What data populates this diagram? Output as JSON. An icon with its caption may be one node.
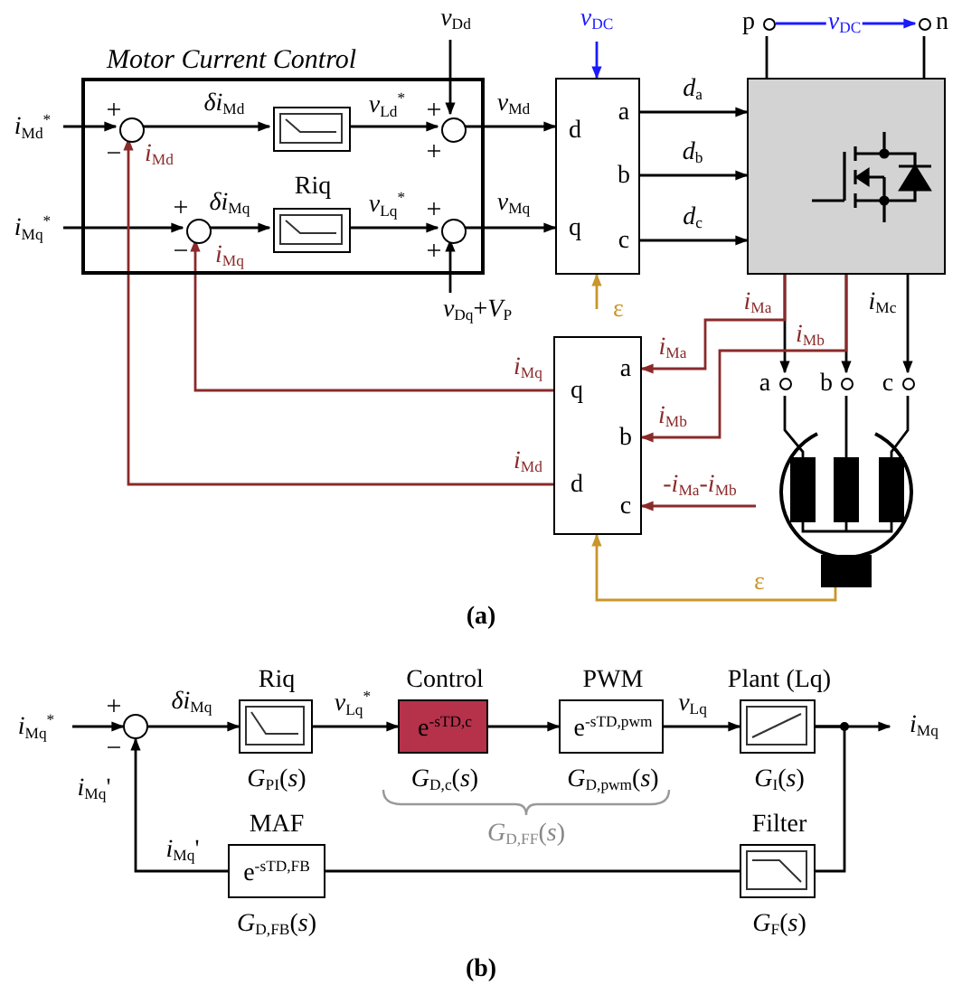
{
  "diagram": {
    "nodes": [
      {
        "text": [
          "Motor Current Control"
        ]
      },
      {
        "text": [
          "+",
          "−"
        ],
        "in": 0
      },
      {
        "text": [],
        "shape": "box",
        "in": 0
      },
      {
        "text": [
          "Riq"
        ],
        "in": 0
      },
      {
        "text": [
          "+",
          "+"
        ],
        "in": 0
      },
      {
        "text": [
          "+",
          "−"
        ],
        "in": 0
      },
      {
        "text": [
          "+",
          "+"
        ],
        "in": 0
      },
      {
        "text": [
          "d",
          "q",
          "a",
          "b",
          "c"
        ]
      },
      {
        "text": [],
        "shape": "box"
      },
      {
        "text": [
          "p"
        ]
      },
      {
        "text": [
          "n"
        ]
      },
      {
        "text": [
          "q",
          "d",
          "a",
          "b",
          "c"
        ]
      },
      {
        "text": [],
        "shape": "picture"
      },
      {
        "text": [
          "a"
        ]
      },
      {
        "text": [
          "b"
        ]
      },
      {
        "text": [
          "c"
        ]
      },
      {
        "text": [
          "+",
          "−"
        ]
      },
      {
        "text": [
          "Riq",
          "*G*$_{PI}$(*s*)"
        ]
      },
      {
        "text": [
          "Control",
          "e$^{-sTD,c}$",
          "*G*$_{D,c}$(*s*)"
        ]
      },
      {
        "text": [
          "PWM",
          "e$^{-sTD,pwm}$",
          "*G*$_{D,pwm}$(*s*)"
        ]
      },
      {
        "text": [
          "Plant (Lq)",
          "*G*$_{I}$(*s*)"
        ]
      },
      {
        "text": [
          "Filter",
          "*G*$_{F}$(*s*)"
        ]
      },
      {
        "text": [
          "MAF",
          "e$^{-sTD,FB}$",
          "*G*$_{D,FB}$(*s*)"
        ]
      }
    ],
    "edges": [
      {
        "from": null,
        "to": 1,
        "arrow": "to",
        "label": "*i*$_{Md}$$^{*}$"
      },
      {
        "from": 1,
        "to": 2,
        "arrow": "to",
        "label": "*δi*$_{Md}$"
      },
      {
        "from": 2,
        "to": 4,
        "arrow": "to",
        "label": "*v*$_{Ld}$$^{*}$"
      },
      {
        "from": null,
        "to": 4,
        "arrow": "to",
        "label": "*v*$_{Dd}$"
      },
      {
        "from": 4,
        "to": 7,
        "arrow": "to",
        "label": "*v*$_{Md}$"
      },
      {
        "from": null,
        "to": 5,
        "arrow": "to",
        "label": "*i*$_{Mq}$$^{*}$"
      },
      {
        "from": 5,
        "to": 3,
        "arrow": "to",
        "label": "*δi*$_{Mq}$"
      },
      {
        "from": 3,
        "to": 6,
        "arrow": "to",
        "label": "*v*$_{Lq}$$^{*}$"
      },
      {
        "from": null,
        "to": 6,
        "arrow": "to",
        "label": "*v*$_{Dq}$+*V*$_{P}$"
      },
      {
        "from": 6,
        "to": 7,
        "arrow": "to",
        "label": "*v*$_{Mq}$"
      },
      {
        "from": null,
        "to": 7,
        "arrow": "to",
        "label": "*v*$_{DC}$",
        "color": "#1a1aff"
      },
      {
        "from": null,
        "to": 7,
        "arrow": "to",
        "label": "ε",
        "color": "#c8962a"
      },
      {
        "from": 7,
        "to": 8,
        "arrow": "to",
        "label": "*d*$_{a}$"
      },
      {
        "from": 7,
        "to": 8,
        "arrow": "to",
        "label": "*d*$_{b}$"
      },
      {
        "from": 7,
        "to": 8,
        "arrow": "to",
        "label": "*d*$_{c}$"
      },
      {
        "from": 9,
        "to": 10,
        "arrow": "to",
        "label": "*v*$_{DC}$",
        "color": "#1a1aff"
      },
      {
        "from": 9,
        "to": 8,
        "arrow": "none"
      },
      {
        "from": 10,
        "to": 8,
        "arrow": "none"
      },
      {
        "from": 8,
        "to": 13,
        "arrow": "to",
        "label": "*i*$_{Ma}$"
      },
      {
        "from": 8,
        "to": 14,
        "arrow": "to",
        "label": "*i*$_{Mb}$"
      },
      {
        "from": 8,
        "to": 15,
        "arrow": "to",
        "label": "*i*$_{Mc}$"
      },
      {
        "from": 13,
        "to": 12,
        "arrow": "none"
      },
      {
        "from": 14,
        "to": 12,
        "arrow": "none"
      },
      {
        "from": 15,
        "to": 12,
        "arrow": "none"
      },
      {
        "from": 8,
        "to": 11,
        "arrow": "to",
        "label": "*i*$_{Ma}$",
        "color": "#8b2a2a"
      },
      {
        "from": 8,
        "to": 11,
        "arrow": "to",
        "label": "*i*$_{Mb}$",
        "color": "#8b2a2a"
      },
      {
        "from": null,
        "to": 11,
        "arrow": "to",
        "label": "-*i*$_{Ma}$-*i*$_{Mb}$",
        "color": "#8b2a2a"
      },
      {
        "from": 12,
        "to": 11,
        "arrow": "to",
        "label": "ε",
        "color": "#c8962a"
      },
      {
        "from": 11,
        "to": 5,
        "arrow": "to",
        "label": "*i*$_{Mq}$",
        "color": "#8b2a2a"
      },
      {
        "from": 11,
        "to": 1,
        "arrow": "to",
        "label": "*i*$_{Md}$",
        "color": "#8b2a2a"
      },
      {
        "from": null,
        "to": 16,
        "arrow": "to",
        "label": "*i*$_{Mq}$$^{*}$"
      },
      {
        "from": 16,
        "to": 17,
        "arrow": "to",
        "label": "*δi*$_{Mq}$"
      },
      {
        "from": 17,
        "to": 18,
        "arrow": "to",
        "label": "*v*$_{Lq}$$^{*}$"
      },
      {
        "from": 18,
        "to": 19,
        "arrow": "to"
      },
      {
        "from": 19,
        "to": 20,
        "arrow": "to",
        "label": "*v*$_{Lq}$"
      },
      {
        "from": 20,
        "to": null,
        "arrow": "to",
        "label": "*i*$_{Mq}$"
      },
      {
        "from": 20,
        "to": 21,
        "arrow": "none"
      },
      {
        "from": 21,
        "to": 22,
        "arrow": "none"
      },
      {
        "from": 22,
        "to": 16,
        "arrow": "to",
        "label": "*i*$_{Mq}$'"
      }
    ],
    "labels": [
      "*i*$_{Md}$",
      "*i*$_{Mq}$",
      "(a)",
      "*G*$_{D,FF}$(*s*)",
      "*i*$_{Mq}$'",
      "(b)"
    ]
  }
}
